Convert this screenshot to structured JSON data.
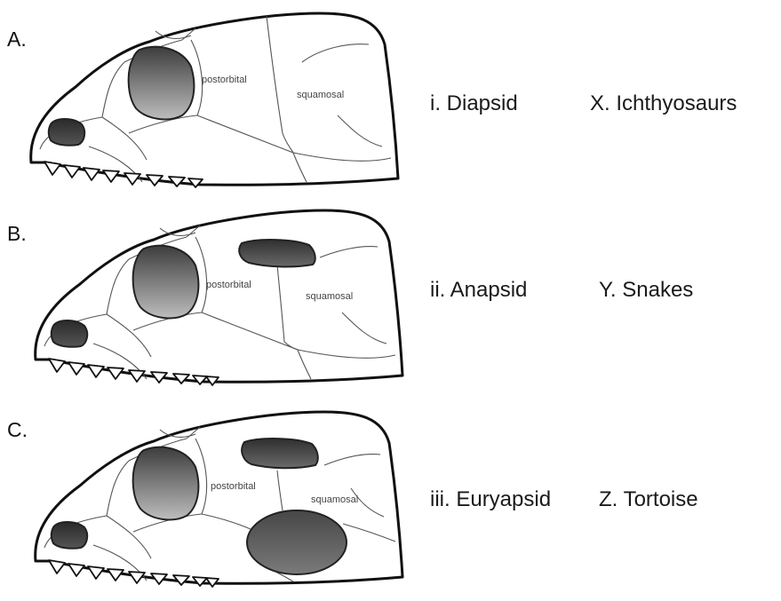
{
  "colors": {
    "outline": "#111111",
    "suture": "#555555",
    "opening_dark": "#3d3d3d",
    "opening_light": "#bdbdbd",
    "background": "#ffffff"
  },
  "skulls": [
    {
      "letter": "A.",
      "labels": {
        "postorbital": "postorbital",
        "squamosal": "squamosal"
      },
      "temporal_openings": "none"
    },
    {
      "letter": "B.",
      "labels": {
        "postorbital": "postorbital",
        "squamosal": "squamosal"
      },
      "temporal_openings": "upper"
    },
    {
      "letter": "C.",
      "labels": {
        "postorbital": "postorbital",
        "squamosal": "squamosal"
      },
      "temporal_openings": "upper and lower"
    }
  ],
  "skull_types": [
    "i. Diapsid",
    "ii. Anapsid",
    "iii. Euryapsid"
  ],
  "animal_groups": [
    "X. Ichthyosaurs",
    "Y. Snakes",
    "Z. Tortoise"
  ]
}
